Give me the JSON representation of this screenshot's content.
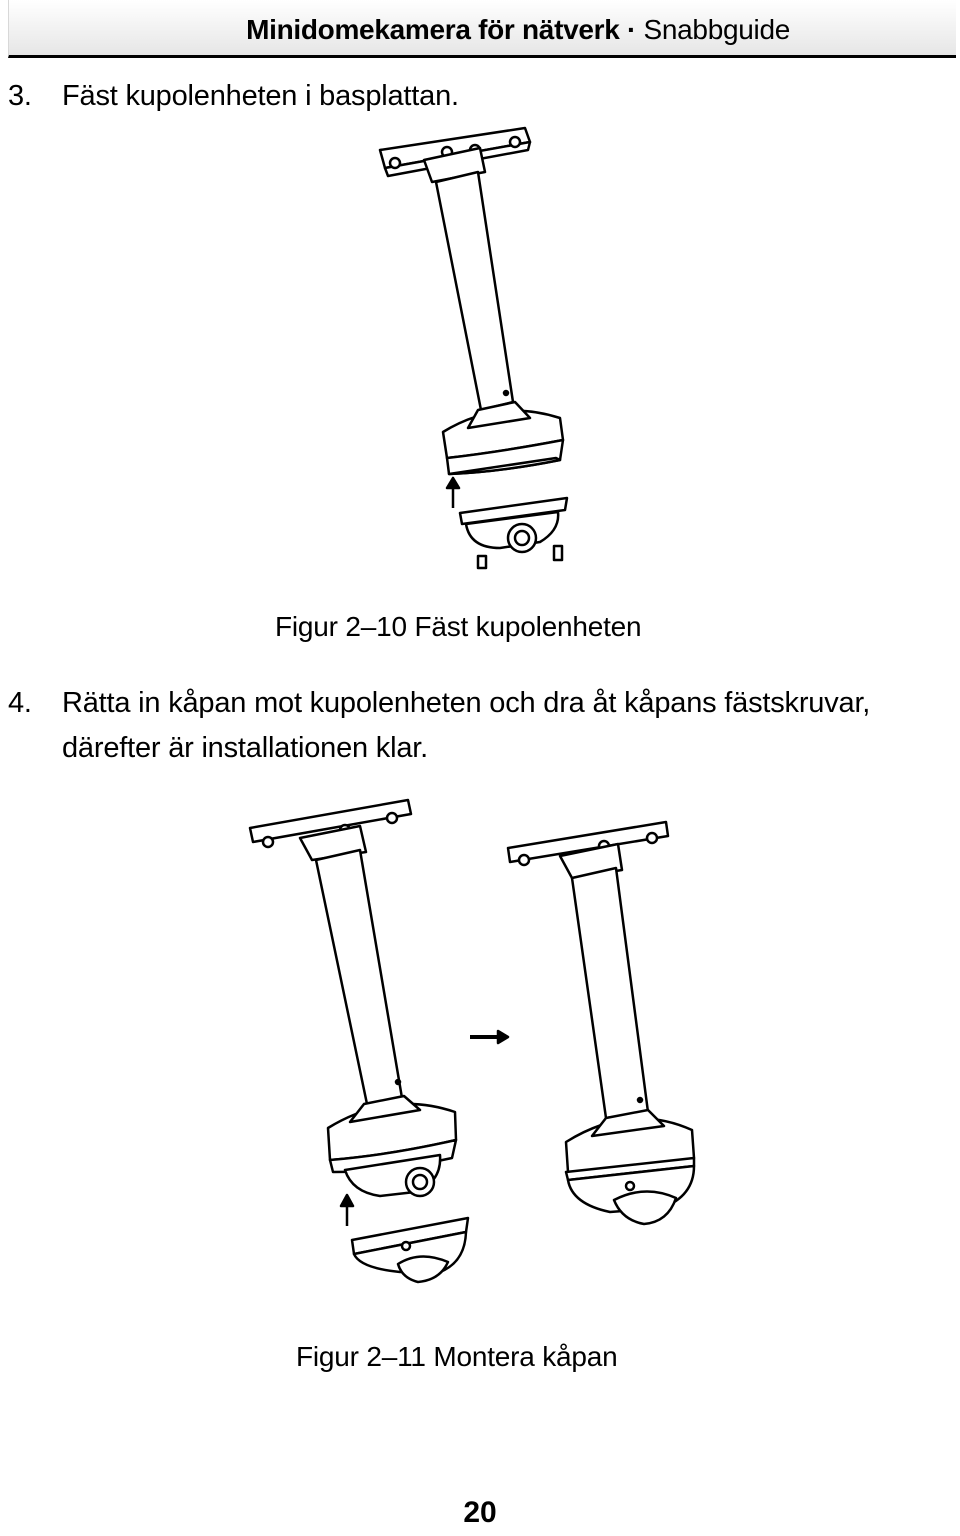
{
  "header": {
    "title": "Minidomekamera för nätverk",
    "separator": "·",
    "subtitle": "Snabbguide"
  },
  "steps": [
    {
      "number": "3.",
      "text": "Fäst kupolenheten i basplattan."
    },
    {
      "number": "4.",
      "text_line1": "Rätta in kåpan mot kupolenheten och dra åt kåpans fästskruvar,",
      "text_line2": "därefter är installationen klar."
    }
  ],
  "figures": [
    {
      "caption": "Figur 2–10 Fäst kupolenheten"
    },
    {
      "caption": "Figur 2–11 Montera kåpan"
    }
  ],
  "page_number": "20"
}
